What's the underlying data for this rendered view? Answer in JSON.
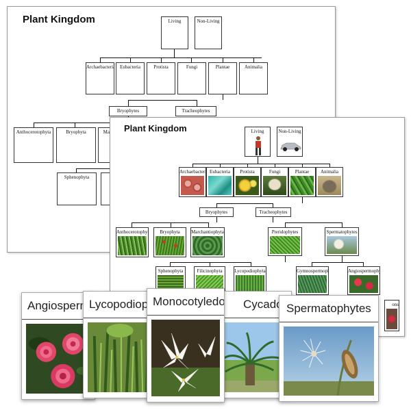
{
  "back_sheet": {
    "title": "Plant Kingdom",
    "top": [
      "Living",
      "Non-Living"
    ],
    "kingdoms": [
      "Archaebacteria",
      "Eubacteria",
      "Protista",
      "Fungi",
      "Plantae",
      "Animalia"
    ],
    "divisions": [
      "Bryophytes",
      "Tracheophytes"
    ],
    "bryophytes": [
      "Anthocerotophyta",
      "Bryophyta",
      "Marc"
    ],
    "tracheo_sub": [
      "Sphenophyta",
      ""
    ]
  },
  "front_sheet": {
    "title": "Plant Kingdom",
    "top": [
      "Living",
      "Non-Living"
    ],
    "kingdoms": [
      "Archaebacteria",
      "Eubacteria",
      "Protista",
      "Fungi",
      "Plantae",
      "Animalia"
    ],
    "divisions": [
      "Bryophytes",
      "Tracheophytes"
    ],
    "bryophytes": [
      "Anthocerotophyta",
      "Bryophyta",
      "Marchantiophyta"
    ],
    "tracheo": [
      "Pteridophytes",
      "Spermatophytes"
    ],
    "pterido": [
      "Sphenophyta",
      "Filicinophyta",
      "Lycopodiophyta"
    ],
    "sperma": [
      "Gymnospermophyta",
      "Angiospermophyta"
    ],
    "partial": "ons"
  },
  "cards": [
    {
      "label": "Angiosperms",
      "image": "pink-camellia-photo"
    },
    {
      "label": "Lycopodiophyta",
      "image": "green-club-moss-photo"
    },
    {
      "label": "Monocotyledons",
      "image": "white-lily-photo"
    },
    {
      "label": "Cycadophyta",
      "image": "cycad-palm-photo"
    },
    {
      "label": "Spermatophytes",
      "image": "seed-pod-photo"
    }
  ]
}
